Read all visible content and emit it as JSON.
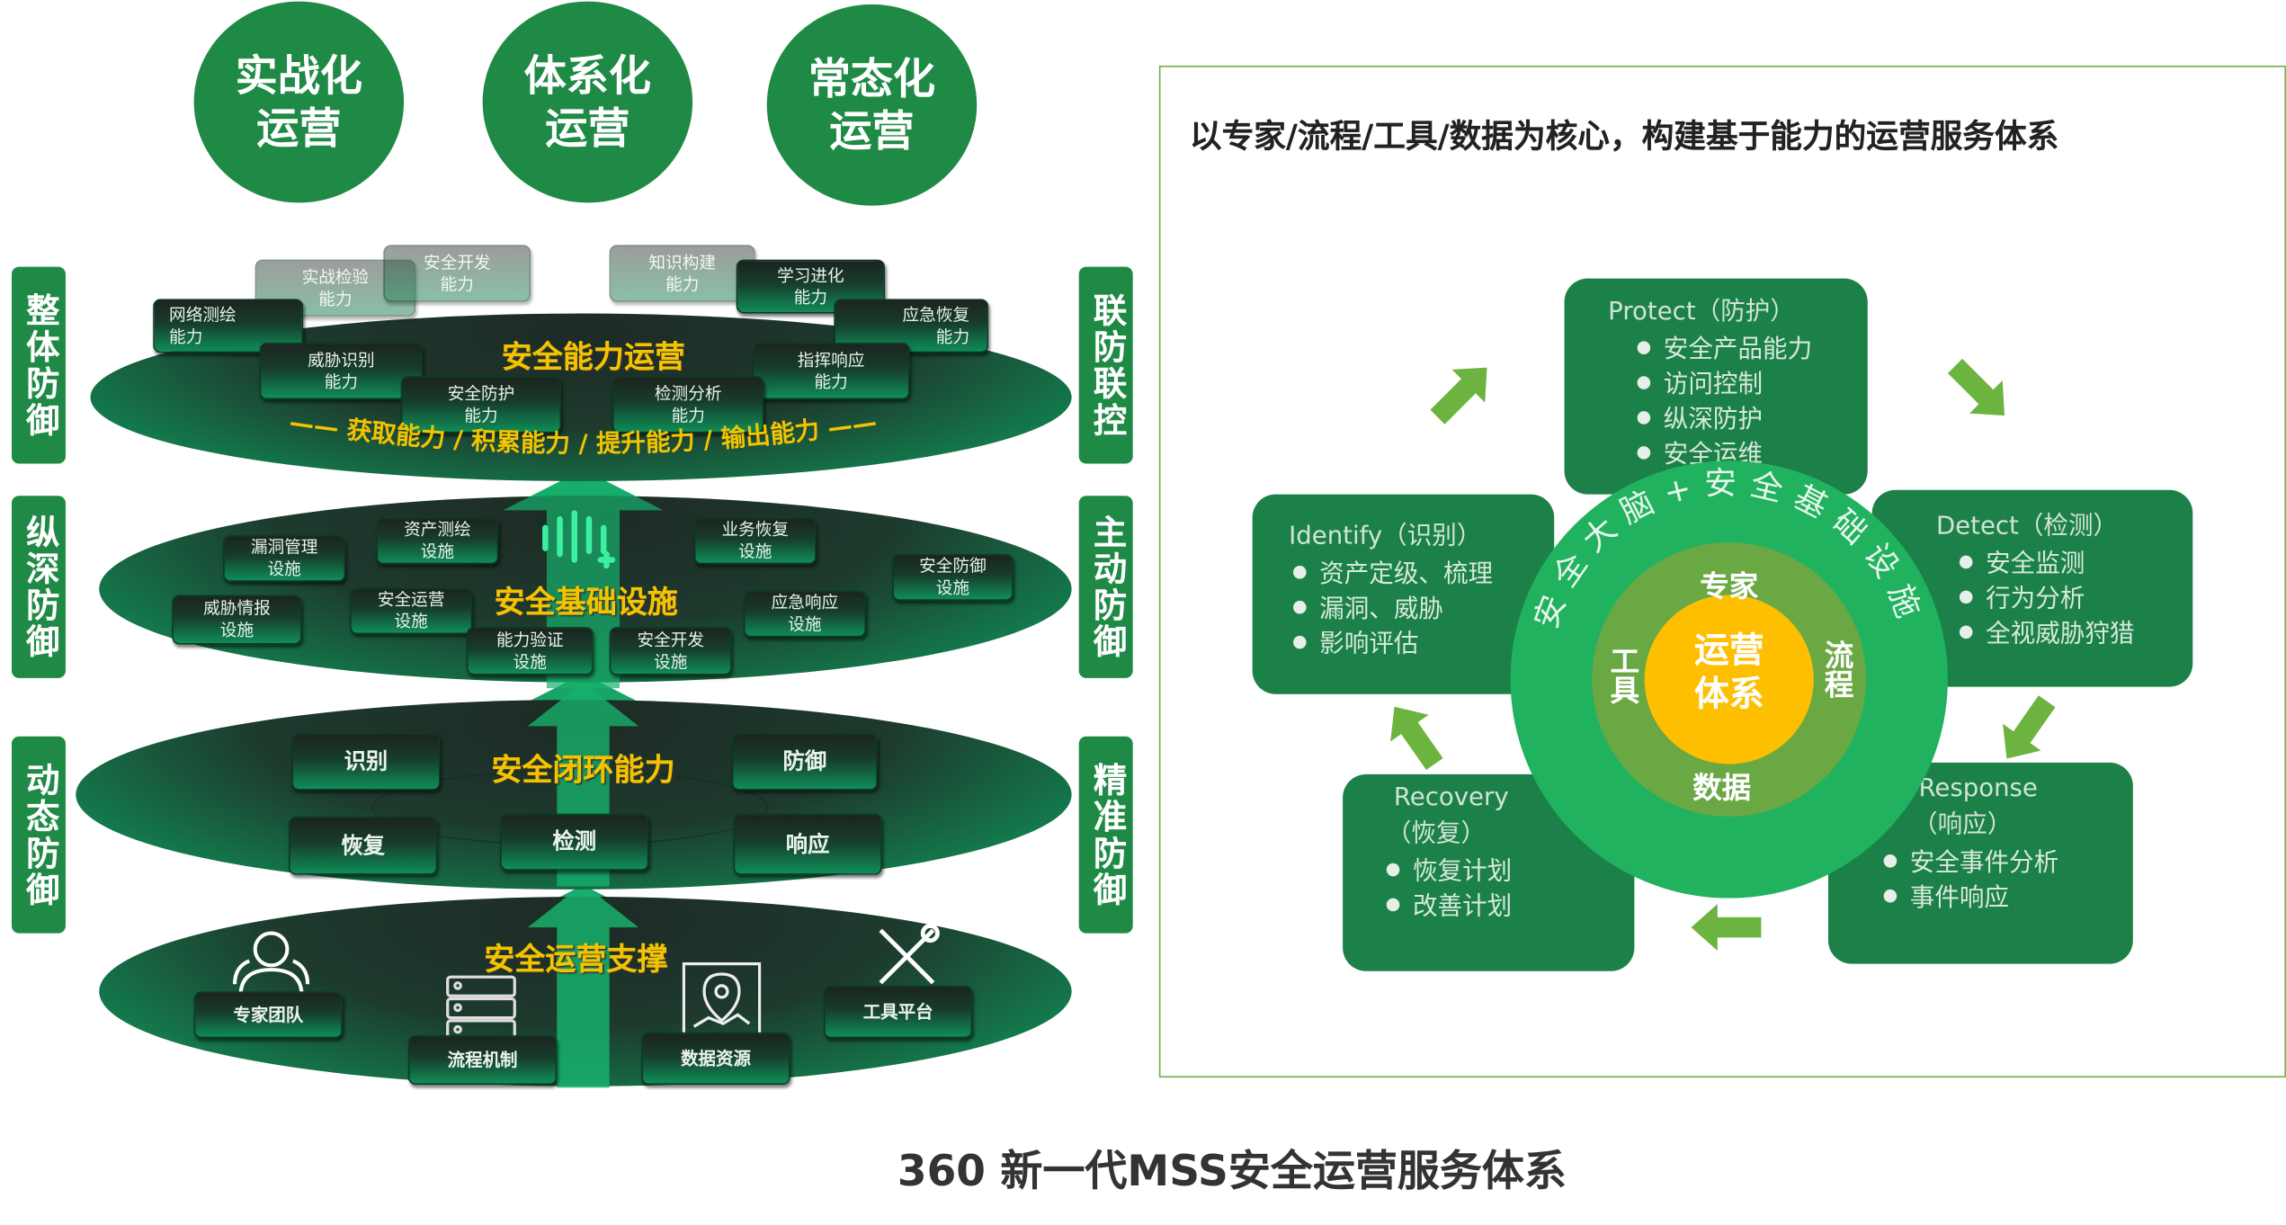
{
  "top_circles": [
    "实战化\n运营",
    "体系化\n运营",
    "常态化\n运营"
  ],
  "top_circle_lines": [
    [
      "实战化",
      "运营"
    ],
    [
      "体系化",
      "运营"
    ],
    [
      "常态化",
      "运营"
    ]
  ],
  "side_labels": {
    "left": [
      "整体防御",
      "纵深防御",
      "动态防御"
    ],
    "right": [
      "联防联控",
      "主动防御",
      "精准防御"
    ]
  },
  "layer1": {
    "title": "安全能力运营",
    "subtitle": "—— 获取能力 / 积累能力 / 提升能力 / 输出能力 ——",
    "boxes": [
      "实战检验\n能力",
      "安全开发\n能力",
      "知识构建\n能力",
      "学习进化\n能力",
      "网络测绘\n能力",
      "应急恢复\n能力",
      "威胁识别\n能力",
      "指挥响应\n能力",
      "安全防护\n能力",
      "检测分析\n能力"
    ]
  },
  "layer2": {
    "title": "安全基础设施",
    "boxes": [
      "资产测绘\n设施",
      "漏洞管理\n设施",
      "业务恢复\n设施",
      "安全防御\n设施",
      "威胁情报\n设施",
      "安全运营\n设施",
      "应急响应\n设施",
      "能力验证\n设施",
      "安全开发\n设施"
    ]
  },
  "layer3": {
    "title": "安全闭环能力",
    "boxes": [
      "识别",
      "防御",
      "恢复",
      "检测",
      "响应"
    ]
  },
  "layer4": {
    "title": "安全运营支撑",
    "boxes": [
      "专家团队",
      "流程机制",
      "数据资源",
      "工具平台"
    ]
  },
  "panel": {
    "title": "以专家/流程/工具/数据为核心，构建基于能力的运营服务体系",
    "protect": {
      "heading": "Protect（防护）",
      "items": [
        "安全产品能力",
        "访问控制",
        "纵深防护",
        "安全运维"
      ]
    },
    "identify": {
      "heading": "Identify（识别）",
      "items": [
        "资产定级、梳理",
        "漏洞、威胁",
        "影响评估"
      ]
    },
    "detect": {
      "heading": "Detect（检测）",
      "items": [
        "安全监测",
        "行为分析",
        "全视威胁狩猎"
      ]
    },
    "recovery": {
      "heading1": "Recovery",
      "heading2": "（恢复）",
      "items": [
        "恢复计划",
        "改善计划"
      ]
    },
    "response": {
      "heading1": "Response",
      "heading2": "（响应）",
      "items": [
        "安全事件分析",
        "事件响应"
      ]
    },
    "ring_text": "安全大脑+安全基础设施",
    "inner": {
      "top": "专家",
      "left": "工具",
      "right": "流程",
      "bottom": "数据",
      "center1": "运营",
      "center2": "体系"
    }
  },
  "caption": "360 新一代MSS安全运营服务体系",
  "colors": {
    "green": "#1f8a45",
    "panel_green": "#1c8148",
    "ring": "#21b25f",
    "inner_ring": "#6aa843",
    "core": "#fdbf00",
    "gold": "#f4c300",
    "arrow": "#6cb33f"
  }
}
